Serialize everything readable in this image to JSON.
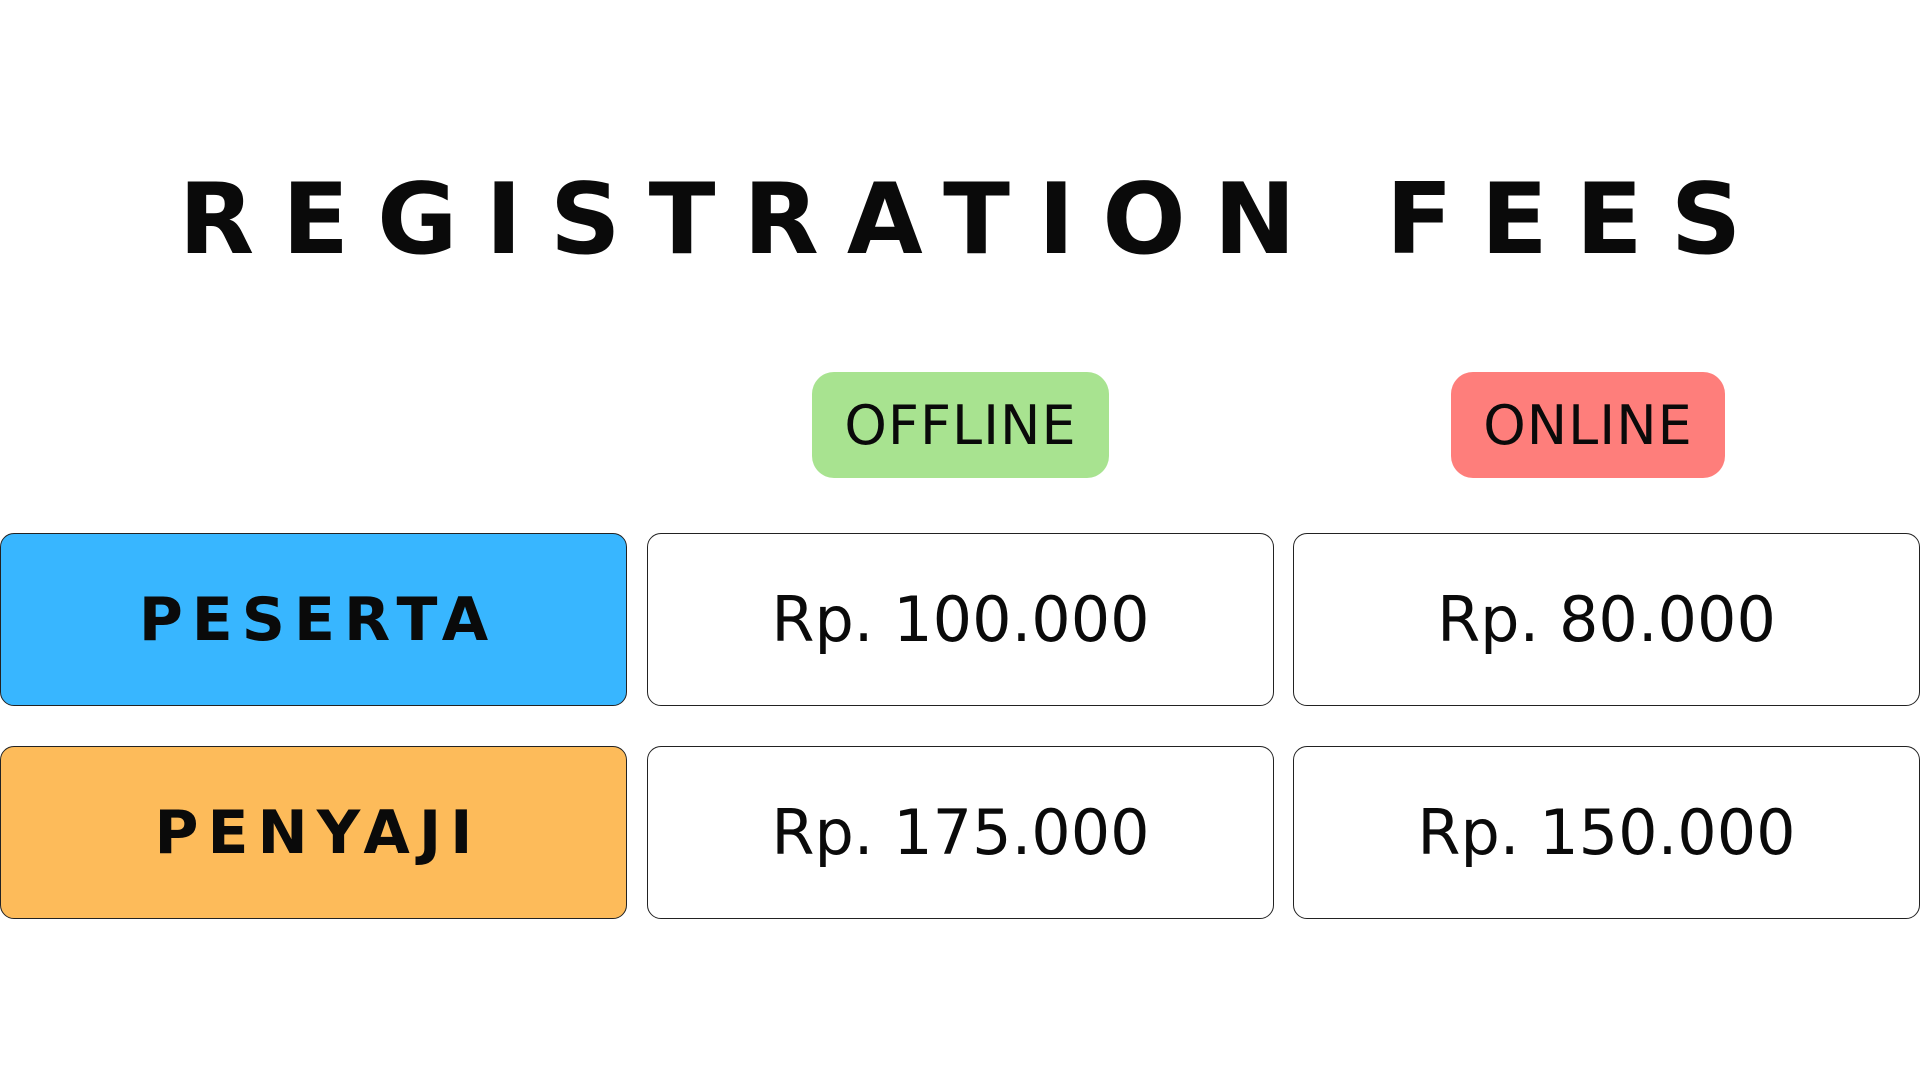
{
  "title": "REGISTRATION FEES",
  "colors": {
    "offline": "#a8e390",
    "online": "#fe7e7b",
    "peserta": "#38b6ff",
    "penyaji": "#fdbb5a"
  },
  "columns": [
    {
      "label": "OFFLINE"
    },
    {
      "label": "ONLINE"
    }
  ],
  "rows": [
    {
      "label": "PESERTA",
      "offline": "Rp. 100.000",
      "online": "Rp. 80.000"
    },
    {
      "label": "PENYAJI",
      "offline": "Rp. 175.000",
      "online": "Rp. 150.000"
    }
  ]
}
